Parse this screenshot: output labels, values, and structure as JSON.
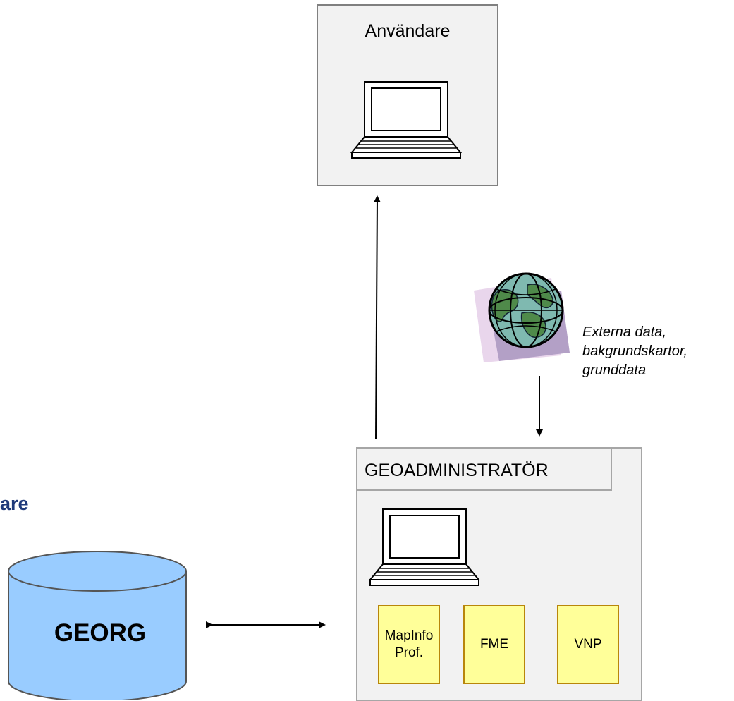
{
  "user": {
    "label": "Användare"
  },
  "external": {
    "lines": [
      "Externa data,",
      "bakgrundskartor,",
      "grunddata"
    ]
  },
  "geoadmin": {
    "title": "GEOADMINISTRATÖR",
    "tools": [
      {
        "line1": "MapInfo",
        "line2": "Prof."
      },
      {
        "line1": "FME",
        "line2": ""
      },
      {
        "line1": "VNP",
        "line2": ""
      }
    ]
  },
  "database": {
    "label": "GEORG"
  },
  "heading_fragment": "are",
  "colors": {
    "database_fill": "#99ccff",
    "tool_fill": "#ffff99",
    "heading": "#1f3a7a",
    "box_fill": "#f2f2f2"
  }
}
